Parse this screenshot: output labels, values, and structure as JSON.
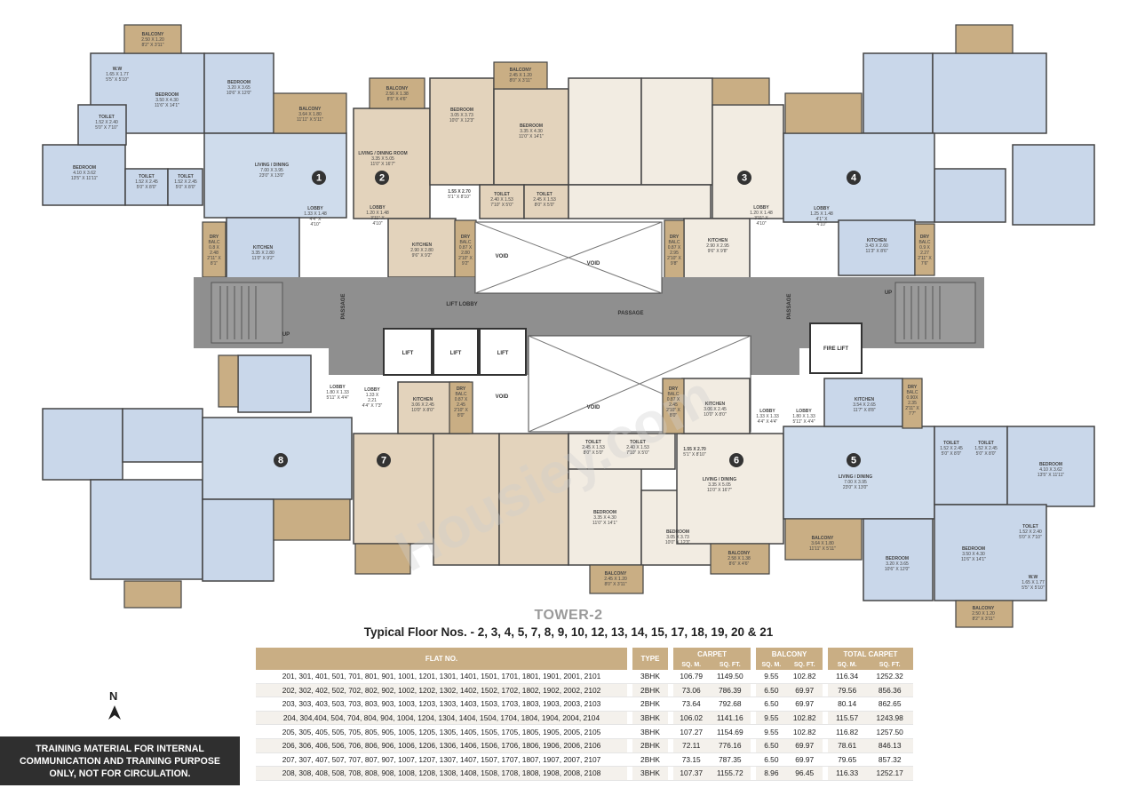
{
  "watermark": "Housiey.com",
  "tower_title": "TOWER-2",
  "floor_subtitle": "Typical Floor Nos. - 2, 3, 4, 5, 7, 8, 9, 10, 12, 13, 14, 15, 17, 18, 19, 20 & 21",
  "north_label": "N",
  "training_note": "TRAINING MATERIAL FOR INTERNAL COMMUNICATION AND TRAINING PURPOSE ONLY, NOT FOR CIRCULATION.",
  "colors": {
    "beige": "#c9ae84",
    "tan": "#e3d3bc",
    "cream": "#f2ece2",
    "blue": "#c9d7ea",
    "grey": "#8f8f8f",
    "dark": "#2f2f2f",
    "badge": "#333333"
  },
  "plan": {
    "flat_numbers": [
      "1",
      "2",
      "3",
      "4",
      "5",
      "6",
      "7",
      "8"
    ],
    "common": {
      "lift_lobby": "LIFT LOBBY",
      "passage": "PASSAGE",
      "void": "VOID",
      "lift": "LIFT",
      "fire_lift": "FIRE LIFT",
      "up": "UP"
    },
    "rooms": {
      "balcony_1": [
        "BALCONY",
        "2.50 X 1.20",
        "8'2\" X 3'11\""
      ],
      "ww_1": [
        "W.W",
        "1.65 X 1.77",
        "5'5\" X 5'10\""
      ],
      "bedroom_1a": [
        "BEDROOM",
        "3.50 X 4.30",
        "11'6\" X 14'1\""
      ],
      "bedroom_1b": [
        "BEDROOM",
        "3.20 X 3.65",
        "10'6\" X 12'0\""
      ],
      "toilet_1a": [
        "TOILET",
        "1.52 X 2.40",
        "5'0\" X 7'10\""
      ],
      "balcony_1b": [
        "BALCONY",
        "3.64 X 1.80",
        "11'11\" X 5'11\""
      ],
      "living_1": [
        "LIVING / DINING",
        "7.00 X 3.95",
        "23'0\" X 13'0\""
      ],
      "bedroom_1c": [
        "BEDROOM",
        "4.10 X 3.62",
        "13'5\" X 11'11\""
      ],
      "toilet_1b": [
        "TOILET",
        "1.52 X 2.45",
        "5'0\" X 8'0\""
      ],
      "toilet_1c": [
        "TOILET",
        "1.52 X 2.45",
        "5'0\" X 8'0\""
      ],
      "lobby_1": [
        "LOBBY",
        "1.33 X 1.48",
        "4'4\" X",
        "4'10\""
      ],
      "dry_balc_1": [
        "DRY",
        "BALC",
        "0.8 X",
        "2.48",
        "2'11\" X",
        "8'1\""
      ],
      "kitchen_1": [
        "KITCHEN",
        "3.35 X 2.80",
        "11'0\" X 9'2\""
      ],
      "balcony_2": [
        "BALCONY",
        "2.56 X 1.38",
        "8'5\" X 4'6\""
      ],
      "living_2": [
        "LIVING / DINING ROOM",
        "3.35 X 5.05",
        "11'0\" X 16'7\""
      ],
      "bedroom_2a": [
        "BEDROOM",
        "3.05 X 3.73",
        "10'0\" X 12'3\""
      ],
      "balcony_2b": [
        "BALCONY",
        "2.45 X 1.20",
        "8'0\" X 3'11\""
      ],
      "bedroom_2b": [
        "BEDROOM",
        "3.35 X 4.30",
        "11'0\" X 14'1\""
      ],
      "passage_2": [
        "1.55 X 2.70",
        "5'1\" X 8'10\""
      ],
      "toilet_2a": [
        "TOILET",
        "2.40 X 1.53",
        "7'10\" X 5'0\""
      ],
      "toilet_2b": [
        "TOILET",
        "2.45 X 1.53",
        "8'0\" X 5'0\""
      ],
      "lobby_2": [
        "LOBBY",
        "1.20 X 1.48",
        "3'11\" X",
        "4'10\""
      ],
      "kitchen_2": [
        "KITCHEN",
        "2.90 X 2.80",
        "9'6\" X 9'2\""
      ],
      "dry_balc_2": [
        "DRY",
        "BALC",
        "0.87 X",
        "2.80",
        "2'10\" X",
        "9'2\""
      ],
      "dry_balc_3": [
        "DRY",
        "BALC",
        "0.87 X",
        "2.95",
        "2'10\" X",
        "9'8\""
      ],
      "kitchen_3": [
        "KITCHEN",
        "2.90 X 2.95",
        "9'6\" X 9'8\""
      ],
      "lobby_3": [
        "LOBBY",
        "1.20 X 1.48",
        "3'11\" X",
        "4'10\""
      ],
      "lobby_4": [
        "LOBBY",
        "1.25 X 1.48",
        "4'1\" X",
        "4'10\""
      ],
      "kitchen_4": [
        "KITCHEN",
        "3.43 X 2.60",
        "11'3\" X 8'6\""
      ],
      "dry_balc_4": [
        "DRY",
        "BALC",
        "0.9 X",
        "2.27",
        "2'11\" X",
        "7'6\""
      ],
      "kitchen_8": [
        "KITCHEN",
        "3.06 X 2.45",
        "10'0\" X 8'0\""
      ],
      "dry_balc_7": [
        "DRY",
        "BALC",
        "0.87 X",
        "2.45",
        "2'10\" X",
        "8'0\""
      ],
      "lobby_8": [
        "LOBBY",
        "1.80 X 1.33",
        "5'11\" X 4'4\""
      ],
      "lobby_7": [
        "LOBBY",
        "1.33 X",
        "2.21",
        "4'4\" X 7'3\""
      ],
      "dry_balc_6": [
        "DRY",
        "BALC",
        "0.87 X",
        "2.45",
        "2'10\" X",
        "8'0\""
      ],
      "kitchen_6": [
        "KITCHEN",
        "3.06 X 2.45",
        "10'0\" X 8'0\""
      ],
      "toilet_6a": [
        "TOILET",
        "2.45 X 1.53",
        "8'0\" X 5'0\""
      ],
      "toilet_6b": [
        "TOILET",
        "2.40 X 1.53",
        "7'10\" X 5'0\""
      ],
      "passage_6": [
        "1.55 X 2.70",
        "5'1\" X 8'10\""
      ],
      "living_6": [
        "LIVING / DINING",
        "3.35 X 5.05",
        "11'0\" X 16'7\""
      ],
      "bedroom_6a": [
        "BEDROOM",
        "3.35 X 4.30",
        "11'0\" X 14'1\""
      ],
      "bedroom_6b": [
        "BEDROOM",
        "3.05 X 3.73",
        "10'0\" X 12'3\""
      ],
      "balcony_6": [
        "BALCONY",
        "2.58 X 1.38",
        "8'6\" X 4'6\""
      ],
      "balcony_6b": [
        "BALCONY",
        "2.45 X 1.20",
        "8'0\" X 3'11\""
      ],
      "lobby_6": [
        "LOBBY",
        "1.33 X 1.33",
        "4'4\" X 4'4\""
      ],
      "lobby_5": [
        "LOBBY",
        "1.80 X 1.33",
        "5'11\" X 4'4\""
      ],
      "kitchen_5": [
        "KITCHEN",
        "3.54 X 2.65",
        "11'7\" X 8'8\""
      ],
      "dry_balc_5": [
        "DRY",
        "BALC",
        "0.90X",
        "2.35",
        "2'11\" X",
        "7'7\""
      ],
      "living_5": [
        "LIVING / DINING",
        "7.00 X 3.95",
        "23'0\" X 13'0\""
      ],
      "toilet_5a": [
        "TOILET",
        "1.52 X 2.45",
        "5'0\" X 8'0\""
      ],
      "toilet_5b": [
        "TOILET",
        "1.52 X 2.45",
        "5'0\" X 8'0\""
      ],
      "bedroom_5a": [
        "BEDROOM",
        "4.10 X 3.62",
        "13'5\" X 11'11\""
      ],
      "toilet_5c": [
        "TOILET",
        "1.52 X 2.40",
        "5'0\" X 7'10\""
      ],
      "balcony_5": [
        "BALCONY",
        "3.64 X 1.80",
        "11'11\" X 5'11\""
      ],
      "bedroom_5b": [
        "BEDROOM",
        "3.50 X 4.30",
        "11'6\" X 14'1\""
      ],
      "bedroom_5c": [
        "BEDROOM",
        "3.20 X 3.65",
        "10'6\" X 12'0\""
      ],
      "ww_5": [
        "W.W",
        "1.65 X 1.77",
        "5'5\" X 5'10\""
      ],
      "balcony_5b": [
        "BALCONY",
        "2.50 X 1.20",
        "8'2\" X 3'11\""
      ]
    }
  },
  "table": {
    "header_flat": "FLAT NO.",
    "header_type": "TYPE",
    "header_carpet": "CARPET",
    "header_balcony": "BALCONY",
    "header_total": "TOTAL CARPET",
    "unit_sqm": "SQ. M.",
    "unit_sqft": "SQ. FT.",
    "rows": [
      {
        "flats": "201, 301, 401, 501, 701, 801, 901, 1001, 1201, 1301, 1401, 1501, 1701, 1801, 1901, 2001, 2101",
        "type": "3BHK",
        "carpet_sqm": "106.79",
        "carpet_sqft": "1149.50",
        "balcony_sqm": "9.55",
        "balcony_sqft": "102.82",
        "total_sqm": "116.34",
        "total_sqft": "1252.32"
      },
      {
        "flats": "202, 302, 402, 502, 702, 802, 902, 1002, 1202, 1302, 1402, 1502, 1702, 1802, 1902, 2002, 2102",
        "type": "2BHK",
        "carpet_sqm": "73.06",
        "carpet_sqft": "786.39",
        "balcony_sqm": "6.50",
        "balcony_sqft": "69.97",
        "total_sqm": "79.56",
        "total_sqft": "856.36"
      },
      {
        "flats": "203, 303, 403, 503, 703, 803, 903, 1003, 1203, 1303, 1403, 1503, 1703, 1803, 1903, 2003, 2103",
        "type": "2BHK",
        "carpet_sqm": "73.64",
        "carpet_sqft": "792.68",
        "balcony_sqm": "6.50",
        "balcony_sqft": "69.97",
        "total_sqm": "80.14",
        "total_sqft": "862.65"
      },
      {
        "flats": "204, 304,404, 504, 704, 804, 904, 1004, 1204, 1304, 1404, 1504, 1704, 1804, 1904, 2004, 2104",
        "type": "3BHK",
        "carpet_sqm": "106.02",
        "carpet_sqft": "1141.16",
        "balcony_sqm": "9.55",
        "balcony_sqft": "102.82",
        "total_sqm": "115.57",
        "total_sqft": "1243.98"
      },
      {
        "flats": "205, 305, 405, 505, 705, 805, 905, 1005, 1205, 1305, 1405, 1505, 1705, 1805, 1905, 2005, 2105",
        "type": "3BHK",
        "carpet_sqm": "107.27",
        "carpet_sqft": "1154.69",
        "balcony_sqm": "9.55",
        "balcony_sqft": "102.82",
        "total_sqm": "116.82",
        "total_sqft": "1257.50"
      },
      {
        "flats": "206, 306, 406, 506, 706, 806, 906, 1006, 1206, 1306, 1406, 1506, 1706, 1806, 1906, 2006, 2106",
        "type": "2BHK",
        "carpet_sqm": "72.11",
        "carpet_sqft": "776.16",
        "balcony_sqm": "6.50",
        "balcony_sqft": "69.97",
        "total_sqm": "78.61",
        "total_sqft": "846.13"
      },
      {
        "flats": "207, 307, 407, 507, 707, 807, 907, 1007, 1207, 1307, 1407, 1507, 1707, 1807, 1907, 2007, 2107",
        "type": "2BHK",
        "carpet_sqm": "73.15",
        "carpet_sqft": "787.35",
        "balcony_sqm": "6.50",
        "balcony_sqft": "69.97",
        "total_sqm": "79.65",
        "total_sqft": "857.32"
      },
      {
        "flats": "208, 308, 408, 508, 708, 808, 908, 1008, 1208, 1308, 1408, 1508, 1708, 1808, 1908, 2008, 2108",
        "type": "3BHK",
        "carpet_sqm": "107.37",
        "carpet_sqft": "1155.72",
        "balcony_sqm": "8.96",
        "balcony_sqft": "96.45",
        "total_sqm": "116.33",
        "total_sqft": "1252.17"
      }
    ]
  }
}
